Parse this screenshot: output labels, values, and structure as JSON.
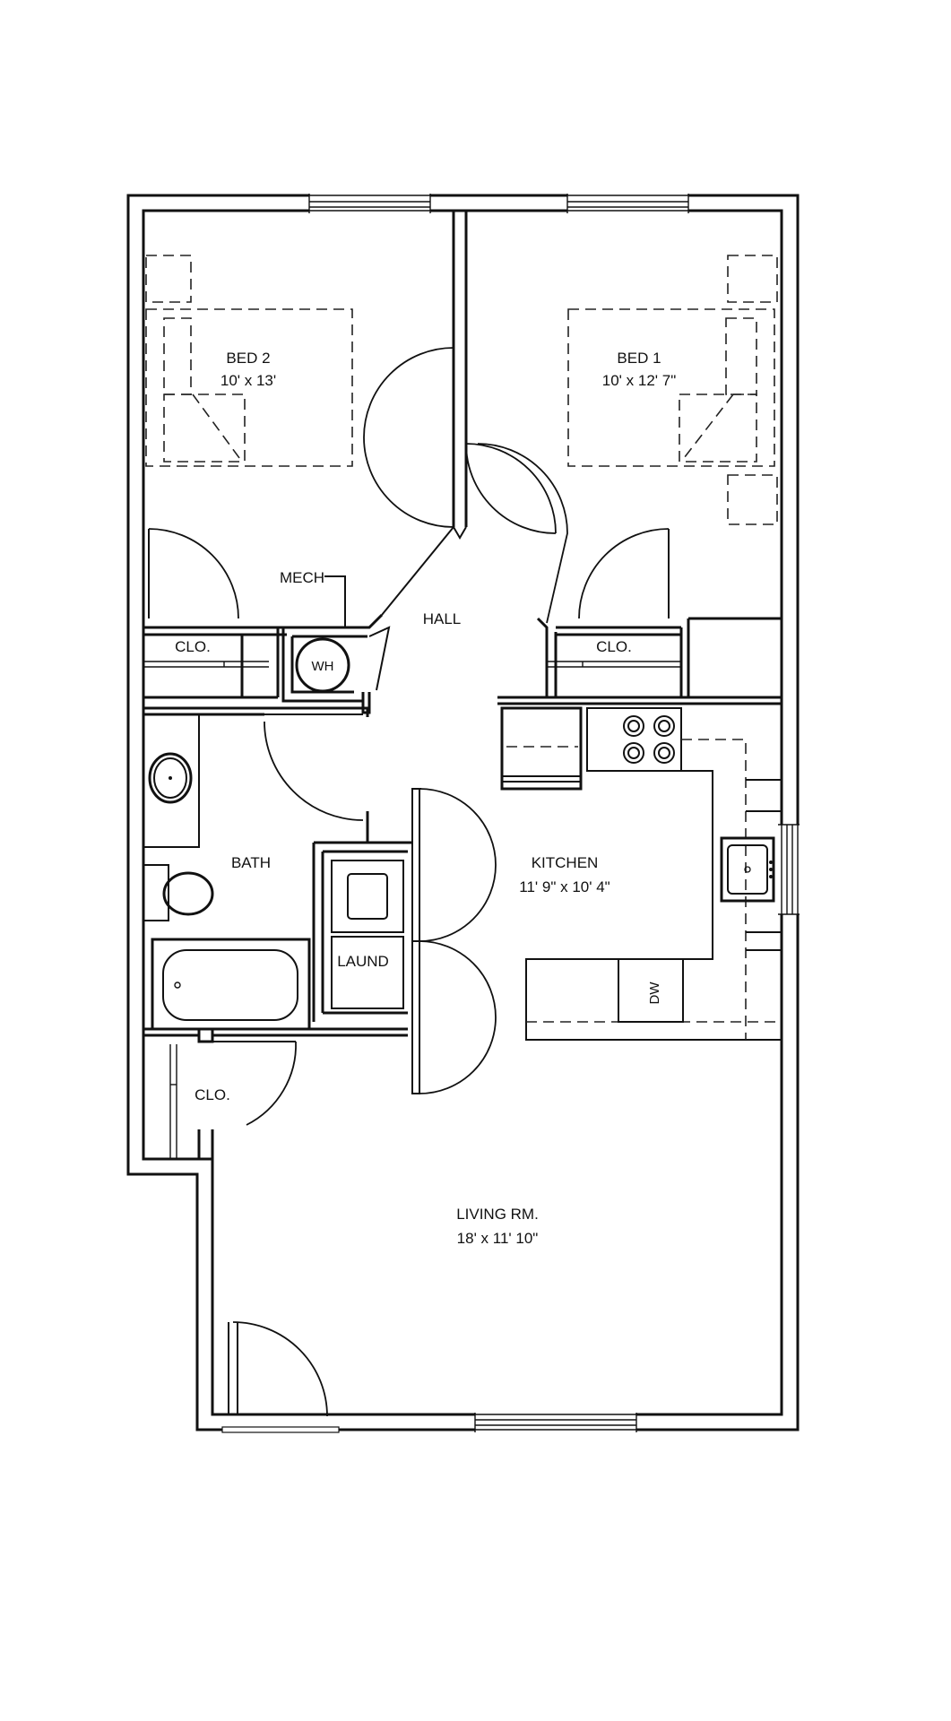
{
  "rooms": {
    "bed2": {
      "name": "BED  2",
      "size": "10' x 13'"
    },
    "bed1": {
      "name": "BED  1",
      "size": "10' x 12' 7\""
    },
    "mech": {
      "name": "MECH"
    },
    "water_heater": {
      "name": "WH"
    },
    "hall": {
      "name": "HALL"
    },
    "closet_left": {
      "name": "CLO."
    },
    "closet_right": {
      "name": "CLO."
    },
    "bath": {
      "name": "BATH"
    },
    "kitchen": {
      "name": "KITCHEN",
      "size": "11' 9\" x 10' 4\""
    },
    "laundry": {
      "name": "LAUND"
    },
    "dishwasher": {
      "name": "DW"
    },
    "closet_entry": {
      "name": "CLO."
    },
    "living": {
      "name": "LIVING  RM.",
      "size": "18' x 11' 10\""
    }
  },
  "colors": {
    "line": "#111111",
    "background": "#ffffff"
  }
}
